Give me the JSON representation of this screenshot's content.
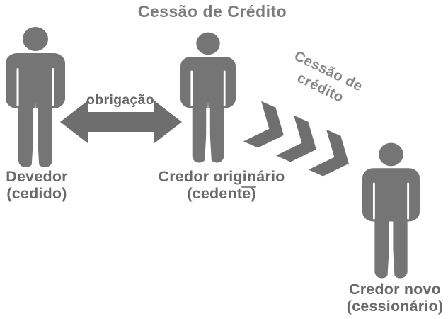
{
  "diagram": {
    "title": "Cessão de Crédito",
    "actors": [
      {
        "name": "Devedor",
        "role": "(cedido)"
      },
      {
        "name": "Credor originário",
        "role": "(cedente)"
      },
      {
        "name": "Credor novo",
        "role": "(cessionário)"
      }
    ],
    "relations": {
      "obligation": {
        "label": "obrigação"
      },
      "cession": {
        "label_line1": "Cessão de",
        "label_line2": "crédito"
      }
    },
    "icons": [
      "person-icon",
      "person-icon",
      "person-icon",
      "double-headed-arrow-icon",
      "chevron-right-icon"
    ],
    "colors": {
      "figure_gray": "#757575",
      "arrow_gray": "#6e6e6e",
      "chevron_gray": "#6f6f6f",
      "label_text": "#696969",
      "title_text": "#7c7c7c",
      "rotated_text": "#878787",
      "background": "#ffffff"
    }
  }
}
